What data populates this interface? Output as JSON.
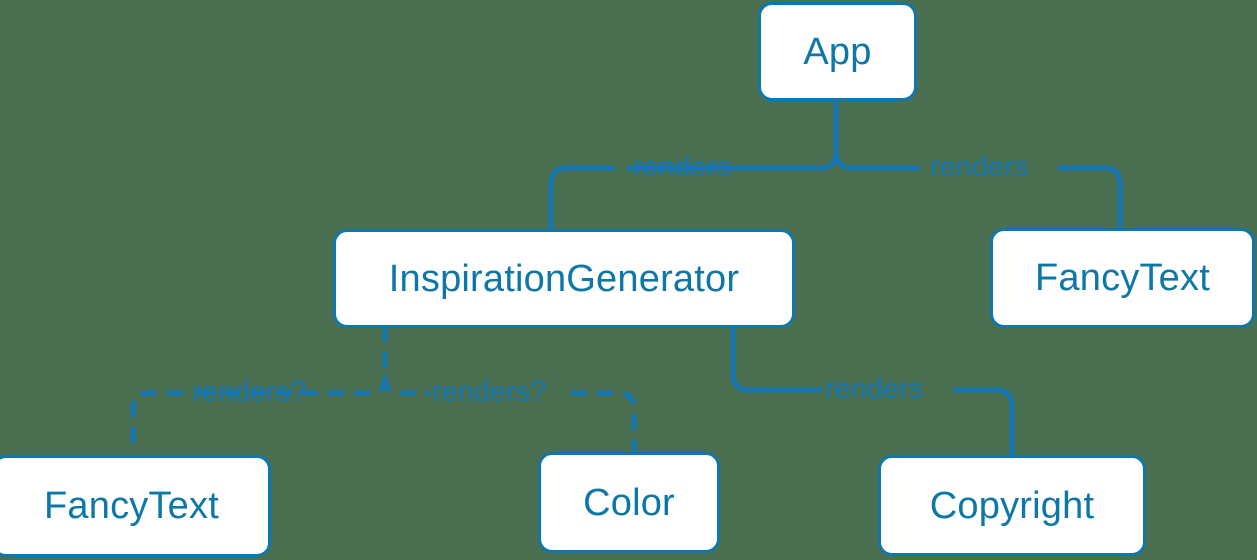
{
  "diagram": {
    "type": "component-tree",
    "background_color": "#4a7051",
    "node_fill": "#ffffff",
    "node_border_color": "#0f77ab",
    "node_text_color": "#0d77a8",
    "edge_color": "#1578b4",
    "nodes": [
      {
        "id": "app",
        "label": "App"
      },
      {
        "id": "inspiration-generator",
        "label": "InspirationGenerator"
      },
      {
        "id": "fancytext-right",
        "label": "FancyText"
      },
      {
        "id": "fancytext-bottom",
        "label": "FancyText"
      },
      {
        "id": "color",
        "label": "Color"
      },
      {
        "id": "copyright",
        "label": "Copyright"
      }
    ],
    "edges": [
      {
        "from": "app",
        "to": "inspiration-generator",
        "label": "renders",
        "style": "solid"
      },
      {
        "from": "app",
        "to": "fancytext-right",
        "label": "renders",
        "style": "solid"
      },
      {
        "from": "inspiration-generator",
        "to": "fancytext-bottom",
        "label": "renders?",
        "style": "dashed"
      },
      {
        "from": "inspiration-generator",
        "to": "color",
        "label": "renders?",
        "style": "dashed"
      },
      {
        "from": "inspiration-generator",
        "to": "copyright",
        "label": "renders",
        "style": "solid"
      }
    ],
    "labels": {
      "renders_left": "renders",
      "renders_right": "renders",
      "renders_q_left": "renders?",
      "renders_q_right": "renders?",
      "renders_bottom": "renders"
    }
  }
}
